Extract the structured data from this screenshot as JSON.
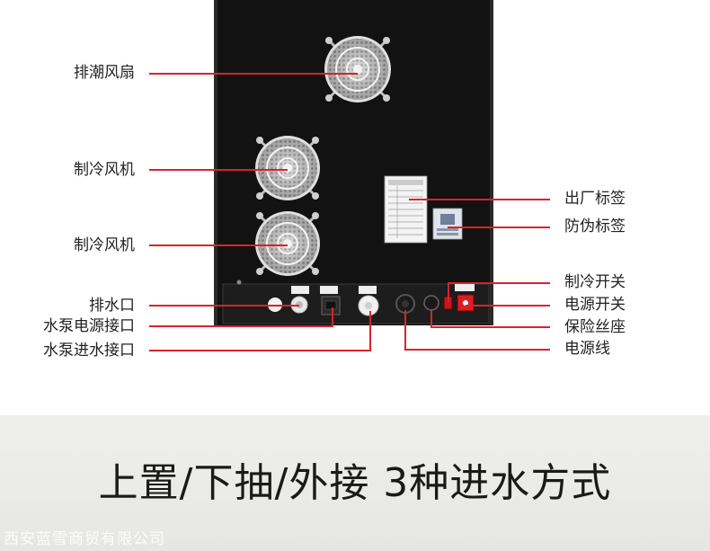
{
  "labels_left": {
    "dehumidify_fan": "排潮风扇",
    "cooling_fan_1": "制冷风机",
    "cooling_fan_2": "制冷风机",
    "drain_port": "排水口",
    "pump_power_port": "水泵电源接口",
    "pump_inlet_port": "水泵进水接口"
  },
  "labels_right": {
    "factory_label": "出厂标签",
    "anti_counterfeit_label": "防伪标签",
    "cooling_switch": "制冷开关",
    "power_switch": "电源开关",
    "fuse_holder": "保险丝座",
    "power_cord": "电源线"
  },
  "slogan": "上置/下抽/外接 3种进水方式",
  "watermark": "西安蓝雪商贸有限公司",
  "colors": {
    "leader_line": "#d8242c",
    "cabinet": "#121212",
    "panel": "#1d1d1d",
    "band": "#ebebe9"
  }
}
